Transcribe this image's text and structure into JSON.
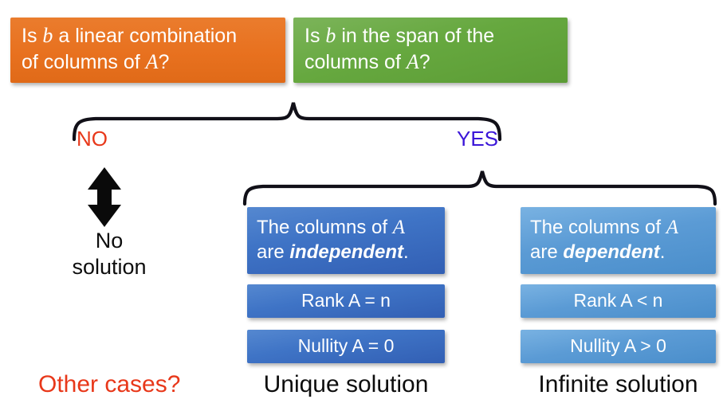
{
  "diagram": {
    "title": "Linear system solution decision tree",
    "colors": {
      "orange": "#E8711F",
      "green": "#62A33C",
      "blue_dark": "#3B6FC8",
      "blue_light": "#5B9BD5",
      "red": "#E8381A",
      "purple_blue": "#3B16D8",
      "black": "#0D0D0D",
      "background": "#FFFFFF"
    },
    "questions": [
      {
        "id": "linear-combination",
        "color": "#E8711F",
        "lines": [
          "Is b a linear combination",
          "of columns of A?"
        ],
        "line1_pre": "Is ",
        "line1_var": "b",
        "line1_post": " a linear combination",
        "line2_pre": "of columns of ",
        "line2_var": "A",
        "line2_post": "?"
      },
      {
        "id": "span",
        "color": "#62A33C",
        "lines": [
          "Is b in the span of the",
          "columns of A?"
        ],
        "line1_pre": "Is ",
        "line1_var": "b",
        "line1_post": " in the span of the",
        "line2_pre": "columns of ",
        "line2_var": "A",
        "line2_post": "?"
      }
    ],
    "branch_labels": {
      "no": "NO",
      "yes": "YES"
    },
    "no_branch": {
      "arrow": "double-headed-vertical-arrow",
      "result": "No solution",
      "footnote": "Other cases?"
    },
    "yes_branch": {
      "independent": {
        "color": "#3B6FC8",
        "statement_pre": "The columns of ",
        "statement_var": "A",
        "statement_mid": "are ",
        "statement_emph": "independent",
        "statement_post": ".",
        "rank": "Rank A = n",
        "nullity": "Nullity A = 0",
        "conclusion": "Unique solution"
      },
      "dependent": {
        "color": "#5B9BD5",
        "statement_pre": "The columns of ",
        "statement_var": "A",
        "statement_mid": "are ",
        "statement_emph": "dependent",
        "statement_post": ".",
        "rank": "Rank A < n",
        "nullity": "Nullity A > 0",
        "conclusion": "Infinite solution"
      }
    }
  }
}
